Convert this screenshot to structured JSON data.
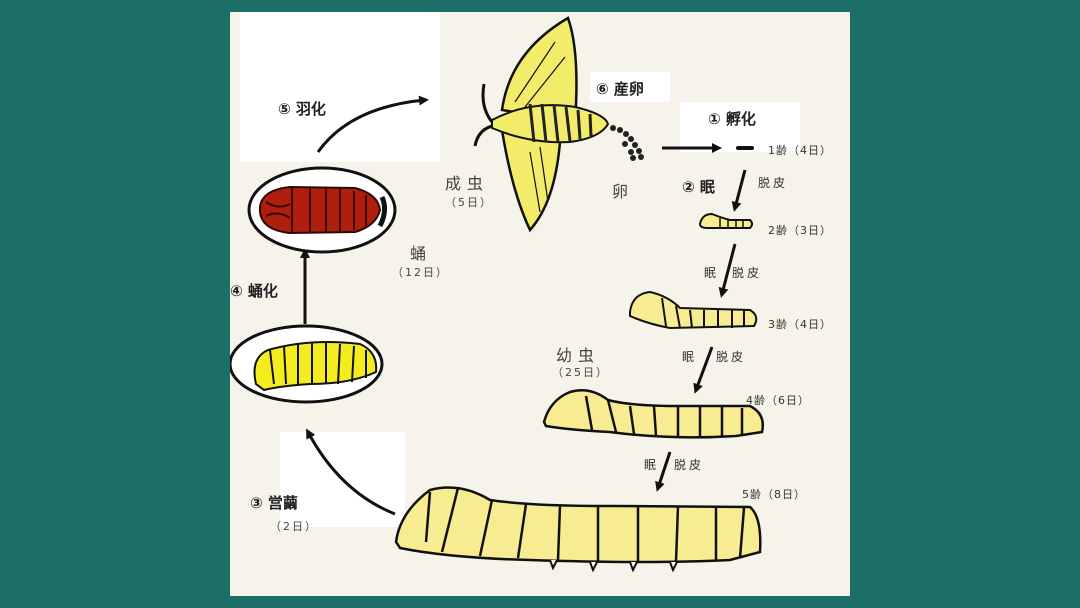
{
  "colors": {
    "background": "#1b6f67",
    "panel": "#f6f3ea",
    "larva_fill": "#f7ec92",
    "pupa_fill": "#b01e0e",
    "moth_fill": "#f2ec6a",
    "outline": "#111111"
  },
  "steps": {
    "hatching": "① 孵化",
    "sleep": "② 眠",
    "cocooning": "③ 営繭",
    "pupation": "④ 蛹化",
    "emergence": "⑤ 羽化",
    "oviposition": "⑥ 産卵"
  },
  "stages": {
    "adult": {
      "label": "成虫",
      "duration": "（5日）"
    },
    "egg": {
      "label": "卵"
    },
    "pupa": {
      "label": "蛹",
      "duration": "（12日）"
    },
    "larva": {
      "label": "幼虫",
      "duration": "（25日）"
    },
    "cocooning_duration": "（2日）"
  },
  "instars": [
    {
      "label": "1齢（4日）"
    },
    {
      "label": "2齢（3日）"
    },
    {
      "label": "3齢（4日）"
    },
    {
      "label": "4齢（6日）"
    },
    {
      "label": "5齢（8日）"
    }
  ],
  "molts": {
    "molt_1": "脱皮",
    "molt_2_sleep": "眠",
    "molt_2": "脱皮",
    "molt_3_sleep": "眠",
    "molt_3": "脱皮",
    "molt_4_sleep": "眠",
    "molt_4": "脱皮"
  }
}
